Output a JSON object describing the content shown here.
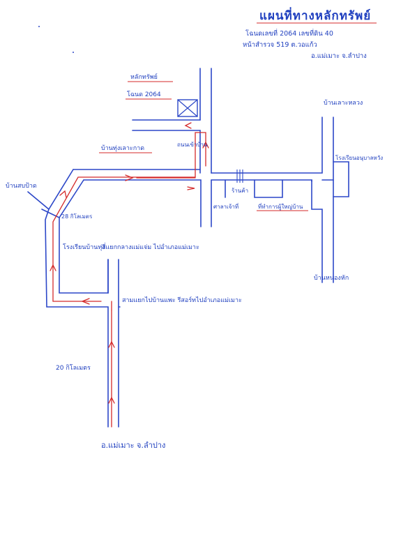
{
  "title": "แผนที่ทางหลักทรัพย์",
  "header_lines": [
    "โฉนดเลขที่ 2064 เลขที่ดิน 40",
    "หน้าสำรวจ 519 ต.วอแก้ว",
    "อ.แม่เมาะ จ.ลำปาง"
  ],
  "property": {
    "name": "หลักทรัพย์",
    "deed": "โฉนด 2064"
  },
  "labels": {
    "road_north": "ถนนเข้าบ้าน",
    "north_place": "บ้านทุ่งเลาะกาด",
    "left_place": "บ้านสบป้าด",
    "right_top_place": "บ้านเลาะหลวง",
    "right_building": "โรงเรียนอนุบาลหวัง",
    "store": "ร้านค้า",
    "temple": "ศาลาเจ้าที่",
    "village_office": "ที่ทำการผู้ใหญ่บ้าน",
    "school": "โรงเรียนบ้านทุ่ง",
    "dist_28": "28 กิโลเมตร",
    "junction_label": "สี่แยกกลางแม่แจ่ม ไปอำเภอแม่เมาะ",
    "right_bottom_place": "บ้านหนองหัก",
    "intersection_label": "สามแยกไปบ้านแพะ รีสอร์ทไปอำเภอแม่เมาะ",
    "dist_20": "20 กิโลเมตร",
    "bottom_label": "อ.แม่เมาะ จ.ลำปาง"
  },
  "colors": {
    "road": "#2c47c8",
    "route": "#d42a2a",
    "text": "#1f3fbf"
  }
}
